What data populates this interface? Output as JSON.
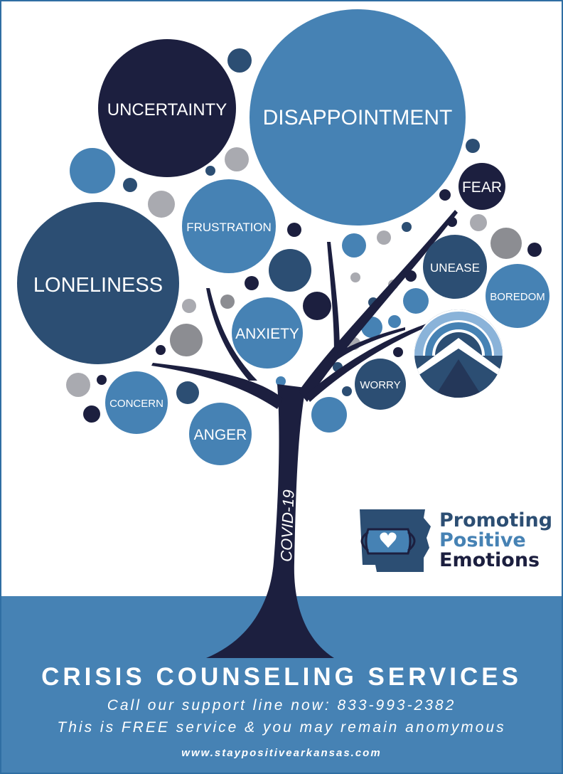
{
  "poster": {
    "trunk_label": "COVID-19",
    "bubbles": [
      {
        "id": "uncertainty",
        "label": "UNCERTAINTY",
        "color": "#1c1f3f"
      },
      {
        "id": "disappointment",
        "label": "DISAPPOINTMENT",
        "color": "#4682b4"
      },
      {
        "id": "fear",
        "label": "FEAR",
        "color": "#1c1f3f"
      },
      {
        "id": "frustration",
        "label": "FRUSTRATION",
        "color": "#4682b4"
      },
      {
        "id": "loneliness",
        "label": "LONELINESS",
        "color": "#2c4e73"
      },
      {
        "id": "anxiety",
        "label": "ANXIETY",
        "color": "#4682b4"
      },
      {
        "id": "unease",
        "label": "UNEASE",
        "color": "#2c4e73"
      },
      {
        "id": "boredom",
        "label": "BOREDOM",
        "color": "#4682b4"
      },
      {
        "id": "worry",
        "label": "WORRY",
        "color": "#2c4e73"
      },
      {
        "id": "concern",
        "label": "CONCERN",
        "color": "#4682b4"
      },
      {
        "id": "anger",
        "label": "ANGER",
        "color": "#4682b4"
      }
    ],
    "logo": {
      "line1": "Promoting",
      "line2": "Positive",
      "line3": "Emotions",
      "icons": [
        "arkansas-state-shape-icon",
        "face-mask-icon",
        "heart-icon"
      ]
    },
    "sunrise_icon": "sunrise-mountain-icon",
    "footer": {
      "headline": "CRISIS COUNSELING SERVICES",
      "support_line": "Call our support line now: 833-993-2382",
      "free_line": "This is FREE service & you may remain anomymous",
      "website": "www.staypositivearkansas.com"
    },
    "colors": {
      "navy": "#1c1f3f",
      "steel_blue": "#4682b4",
      "dark_blue": "#2c4e73",
      "gray": "#a9aab0",
      "band": "#4682b4"
    }
  }
}
